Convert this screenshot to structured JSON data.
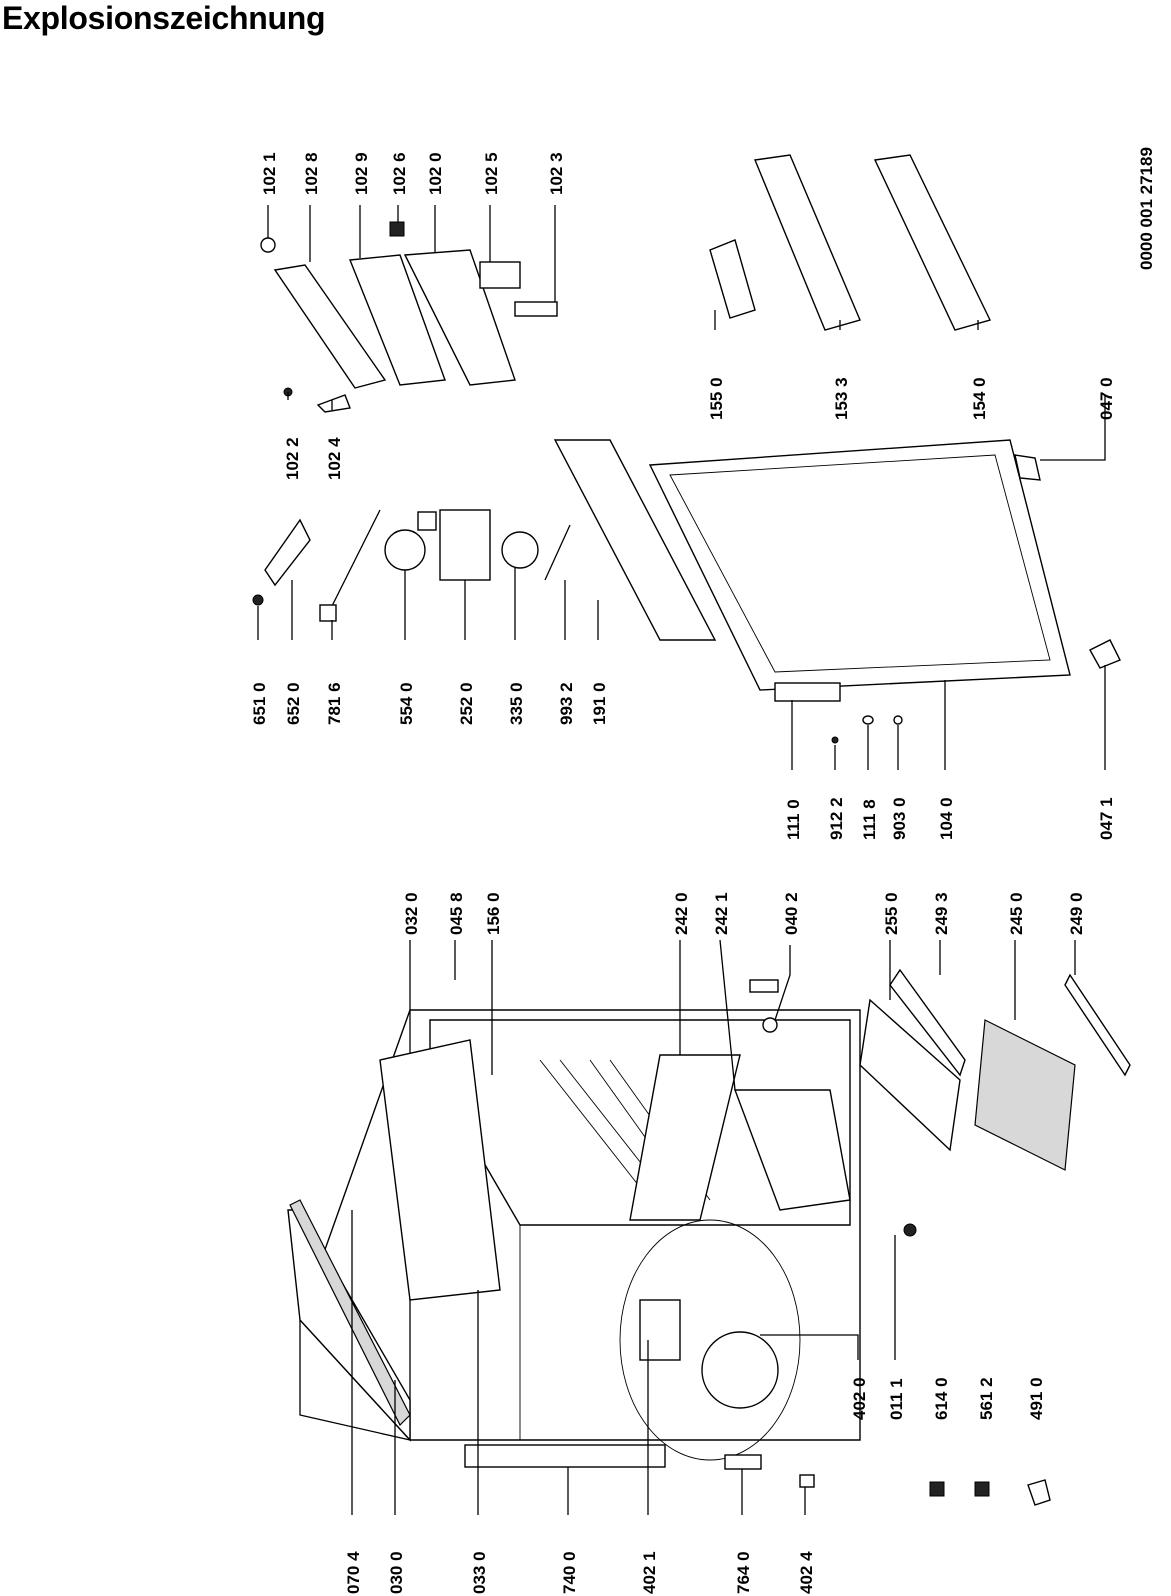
{
  "title": "Explosionszeichnung",
  "doc_number": "0000 001 27189",
  "labels": [
    "102 1",
    "102 8",
    "102 9",
    "102 6",
    "102 0",
    "102 5",
    "102 3",
    "102 2",
    "102 4",
    "651 0",
    "652 0",
    "781 6",
    "554 0",
    "252 0",
    "335 0",
    "993 2",
    "191 0",
    "155 0",
    "153 3",
    "154 0",
    "047 0",
    "111 0",
    "912 2",
    "111 8",
    "903 0",
    "104 0",
    "047 1",
    "032 0",
    "045 8",
    "156 0",
    "242 0",
    "242 1",
    "040 2",
    "255 0",
    "249 3",
    "245 0",
    "249 0",
    "402 0",
    "011 1",
    "614 0",
    "561 2",
    "491 0",
    "070 4",
    "030 0",
    "033 0",
    "740 0",
    "402 1",
    "764 0",
    "402 4"
  ]
}
